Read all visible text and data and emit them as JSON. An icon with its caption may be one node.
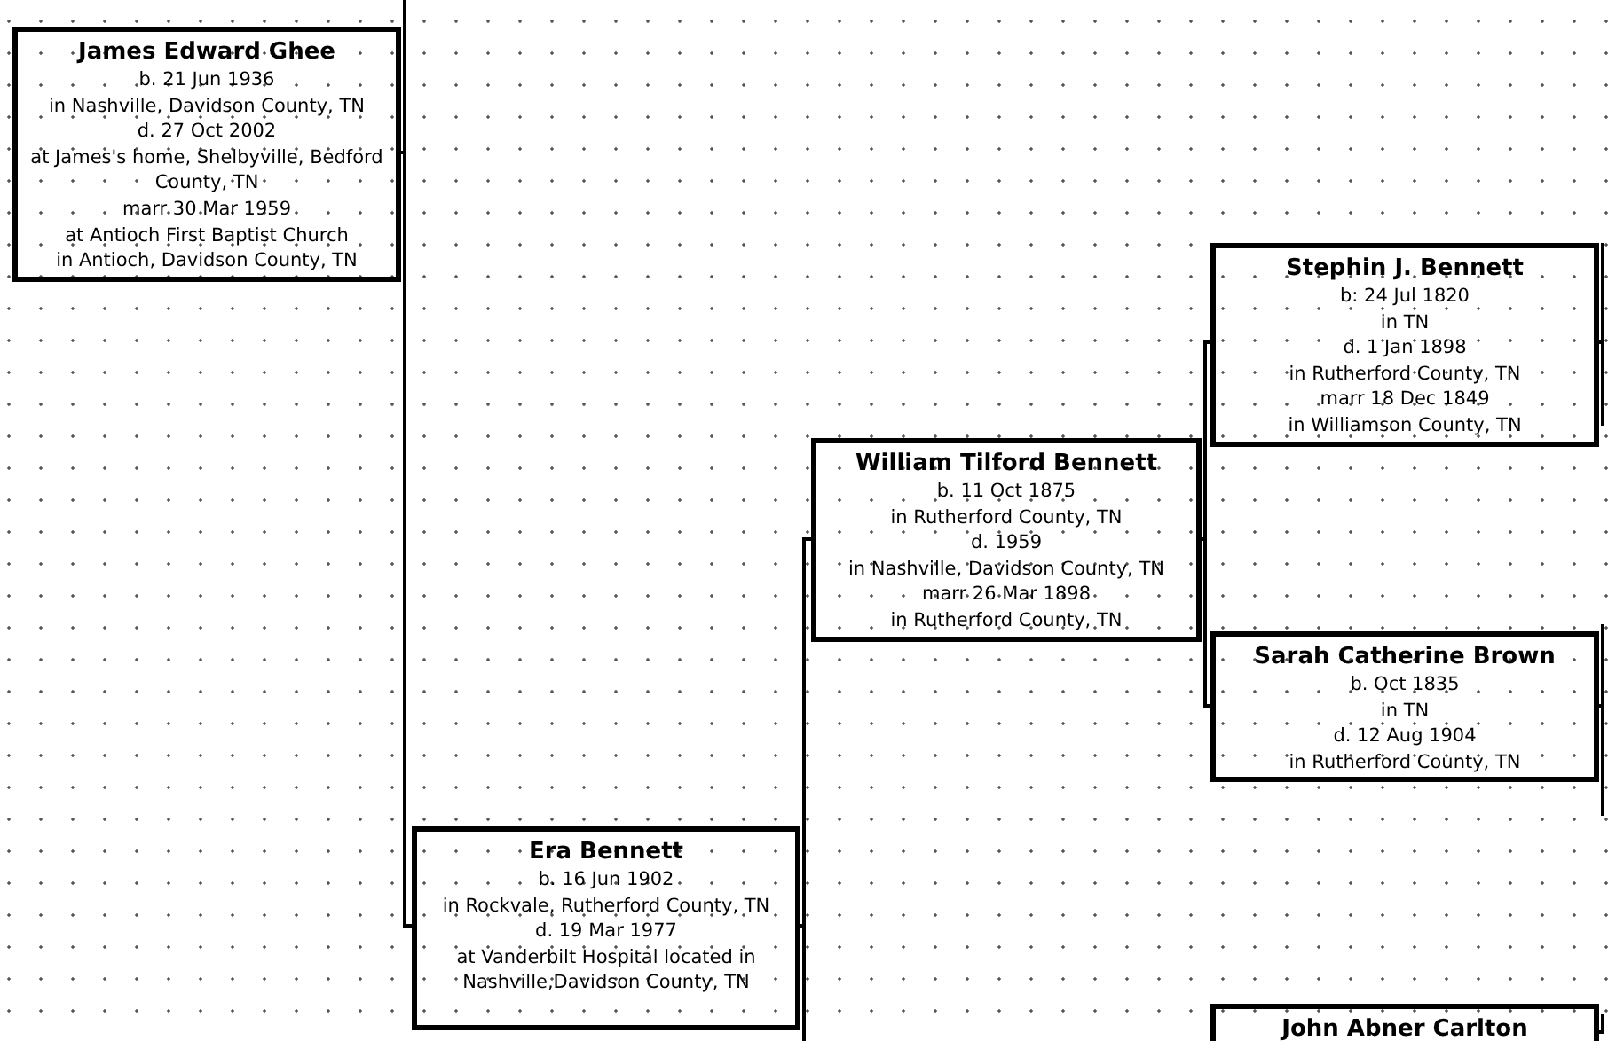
{
  "diagram": {
    "nodes": [
      {
        "text": [
          "James Edward Ghee",
          "b. 21 Jun 1936",
          "in Nashville, Davidson County, TN",
          "d. 27 Oct 2002",
          "at James's home, Shelbyville, Bedford County, TN",
          "marr 30 Mar 1959",
          "at Antioch First Baptist Church",
          "in Antioch, Davidson County, TN"
        ]
      },
      {
        "text": [
          "Stephin J. Bennett",
          "b: 24 Jul 1820",
          "in TN",
          "d. 1 Jan 1898",
          "in Rutherford County, TN",
          "marr 18 Dec 1849",
          "in Williamson County, TN"
        ]
      },
      {
        "text": [
          "William Tilford Bennett",
          "b. 11 Oct 1875",
          "in Rutherford County, TN",
          "d. 1959",
          "in Nashville, Davidson County, TN",
          "marr 26 Mar 1898",
          "in Rutherford County, TN"
        ]
      },
      {
        "text": [
          "Sarah Catherine Brown",
          "b. Oct 1835",
          "in TN",
          "d. 12 Aug 1904",
          "in Rutherford County, TN"
        ]
      },
      {
        "text": [
          "Era Bennett",
          "b. 16 Jun 1902",
          "in Rockvale, Rutherford County, TN",
          "d. 19 Mar 1977",
          "at Vanderbilt Hospital located in Nashville,Davidson County, TN"
        ]
      },
      {
        "text": [
          "John Abner Carlton"
        ]
      }
    ],
    "edges": [
      {
        "from": 0,
        "to": null,
        "arrow": "none"
      },
      {
        "from": 0,
        "to": 4,
        "arrow": "none"
      },
      {
        "from": 4,
        "to": 2,
        "arrow": "none"
      },
      {
        "from": 4,
        "to": null,
        "arrow": "none"
      },
      {
        "from": 2,
        "to": 1,
        "arrow": "none"
      },
      {
        "from": 2,
        "to": 3,
        "arrow": "none"
      },
      {
        "from": 1,
        "to": null,
        "arrow": "none"
      },
      {
        "from": 1,
        "to": null,
        "arrow": "none"
      },
      {
        "from": 3,
        "to": null,
        "arrow": "none"
      },
      {
        "from": 3,
        "to": null,
        "arrow": "none"
      },
      {
        "from": 5,
        "to": null,
        "arrow": "none"
      }
    ]
  }
}
